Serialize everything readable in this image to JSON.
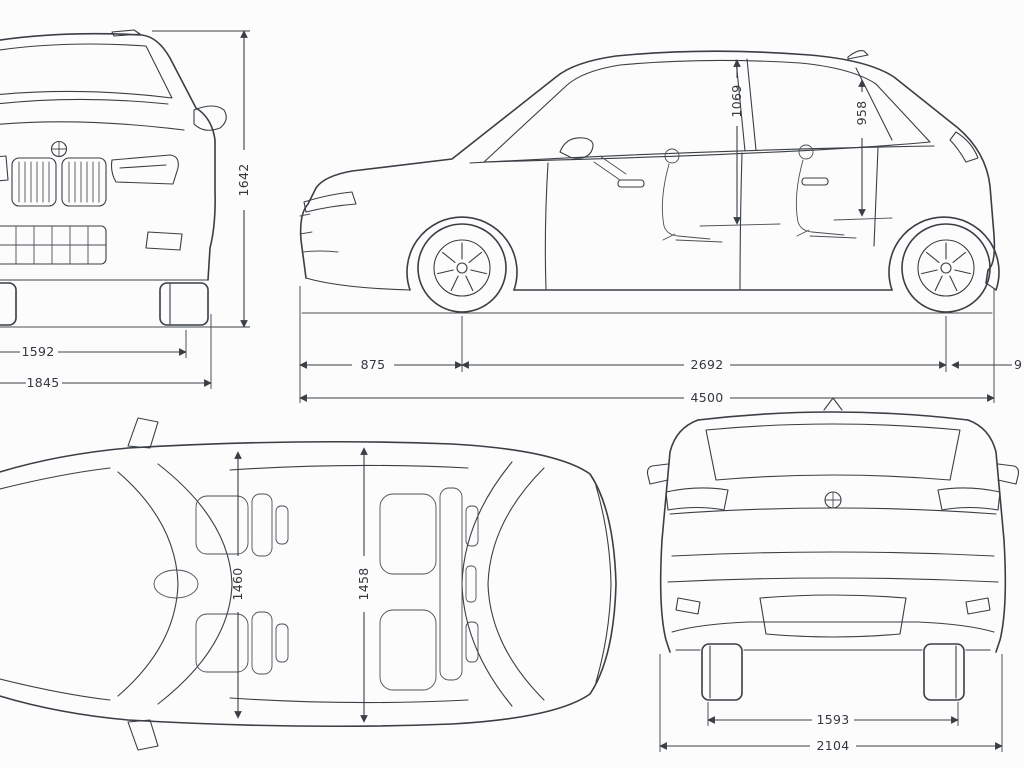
{
  "dims": {
    "front": {
      "height": "1642",
      "track": "1592",
      "width": "1845"
    },
    "side": {
      "front_interior_height": "1069",
      "rear_interior_height": "958",
      "front_overhang": "875",
      "wheelbase": "2692",
      "rear_overhang_cut": "9",
      "overall_length": "4500"
    },
    "top": {
      "front_cabin_width": "1460",
      "rear_cabin_width": "1458"
    },
    "rear": {
      "track": "1593",
      "overall_width_mirrors": "2104"
    }
  },
  "colors": {
    "line": "#3a3f45",
    "background": "#fcfcfc",
    "text": "#33383f"
  }
}
